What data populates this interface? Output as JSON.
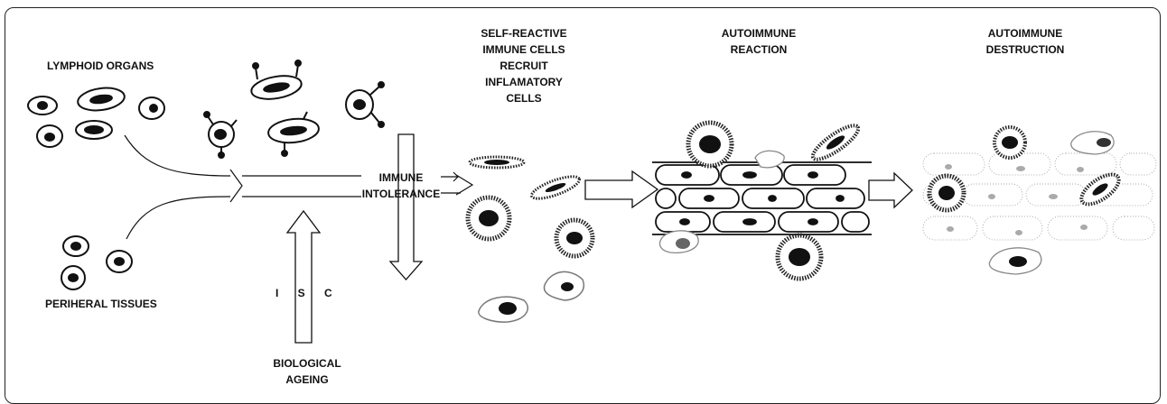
{
  "labels": {
    "lymphoid_organs": "LYMPHOID ORGANS",
    "peripheral_tissues": "PERIHERAL TISSUES",
    "immune_intolerance_1": "IMMUNE",
    "immune_intolerance_2": "INTOLERANCE",
    "isc": "I S C",
    "biological_ageing_1": "BIOLOGICAL",
    "biological_ageing_2": "AGEING",
    "self_reactive_1": "SELF-REACTIVE",
    "self_reactive_2": "IMMUNE CELLS",
    "self_reactive_3": "RECRUIT",
    "self_reactive_4": "INFLAMATORY",
    "self_reactive_5": "CELLS",
    "autoimmune_reaction_1": "AUTOIMMUNE",
    "autoimmune_reaction_2": "REACTION",
    "autoimmune_destruction_1": "AUTOIMMUNE",
    "autoimmune_destruction_2": "DESTRUCTION"
  }
}
